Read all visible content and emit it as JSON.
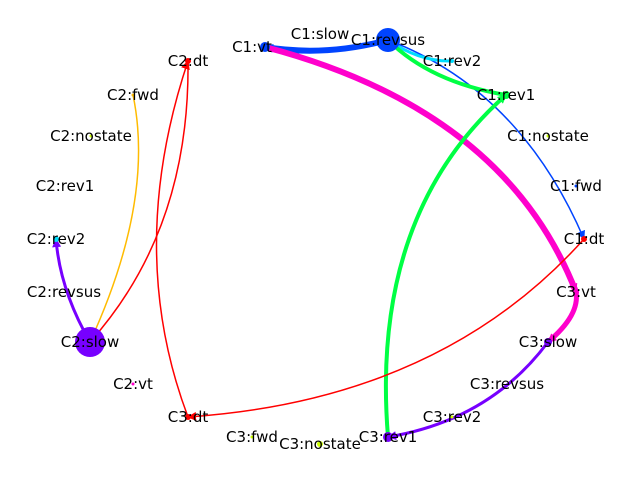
{
  "colors": {
    "red": "#ff0000",
    "magenta": "#ff00cc",
    "blue": "#0044ff",
    "cyan": "#00ddff",
    "green": "#00ff44",
    "purple": "#7700ff",
    "orange": "#ffbb00",
    "yellow_green": "#ccff00",
    "label": "#000000"
  },
  "nodes": [
    {
      "id": "C1_slow",
      "label": "C1:slow"
    },
    {
      "id": "C1_revsus",
      "label": "C1:revsus"
    },
    {
      "id": "C1_vt",
      "label": "C1:vt"
    },
    {
      "id": "C1_rev2",
      "label": "C1:rev2"
    },
    {
      "id": "C1_rev1",
      "label": "C1:rev1"
    },
    {
      "id": "C1_nostate",
      "label": "C1:nostate"
    },
    {
      "id": "C1_fwd",
      "label": "C1:fwd"
    },
    {
      "id": "C1_dt",
      "label": "C1:dt"
    },
    {
      "id": "C2_dt",
      "label": "C2:dt"
    },
    {
      "id": "C2_fwd",
      "label": "C2:fwd"
    },
    {
      "id": "C2_nostate",
      "label": "C2:nostate"
    },
    {
      "id": "C2_rev1",
      "label": "C2:rev1"
    },
    {
      "id": "C2_rev2",
      "label": "C2:rev2"
    },
    {
      "id": "C2_revsus",
      "label": "C2:revsus"
    },
    {
      "id": "C2_slow",
      "label": "C2:slow"
    },
    {
      "id": "C2_vt",
      "label": "C2:vt"
    },
    {
      "id": "C3_vt",
      "label": "C3:vt"
    },
    {
      "id": "C3_slow",
      "label": "C3:slow"
    },
    {
      "id": "C3_revsus",
      "label": "C3:revsus"
    },
    {
      "id": "C3_rev2",
      "label": "C3:rev2"
    },
    {
      "id": "C3_rev1",
      "label": "C3:rev1"
    },
    {
      "id": "C3_nostate",
      "label": "C3:nostate"
    },
    {
      "id": "C3_fwd",
      "label": "C3:fwd"
    },
    {
      "id": "C3_dt",
      "label": "C3:dt"
    }
  ],
  "edges": [
    {
      "from": "C1_revsus",
      "to": "C1_vt",
      "color": "blue"
    },
    {
      "from": "C1_vt",
      "to": "C3_vt",
      "color": "magenta"
    },
    {
      "from": "C3_vt",
      "to": "C3_slow",
      "color": "magenta"
    },
    {
      "from": "C1_revsus",
      "to": "C1_dt",
      "color": "blue"
    },
    {
      "from": "C1_rev2",
      "to": "C1_revsus",
      "color": "cyan"
    },
    {
      "from": "C1_rev1",
      "to": "C1_revsus",
      "color": "green"
    },
    {
      "from": "C3_rev1",
      "to": "C1_rev1",
      "color": "green"
    },
    {
      "from": "C3_slow",
      "to": "C3_rev1",
      "color": "purple"
    },
    {
      "from": "C2_slow",
      "to": "C2_rev2",
      "color": "purple"
    },
    {
      "from": "C2_fwd",
      "to": "C2_slow",
      "color": "orange"
    },
    {
      "from": "C2_dt",
      "to": "C2_slow",
      "color": "red"
    },
    {
      "from": "C3_dt",
      "to": "C2_dt",
      "color": "red"
    },
    {
      "from": "C1_dt",
      "to": "C3_dt",
      "color": "red"
    }
  ]
}
